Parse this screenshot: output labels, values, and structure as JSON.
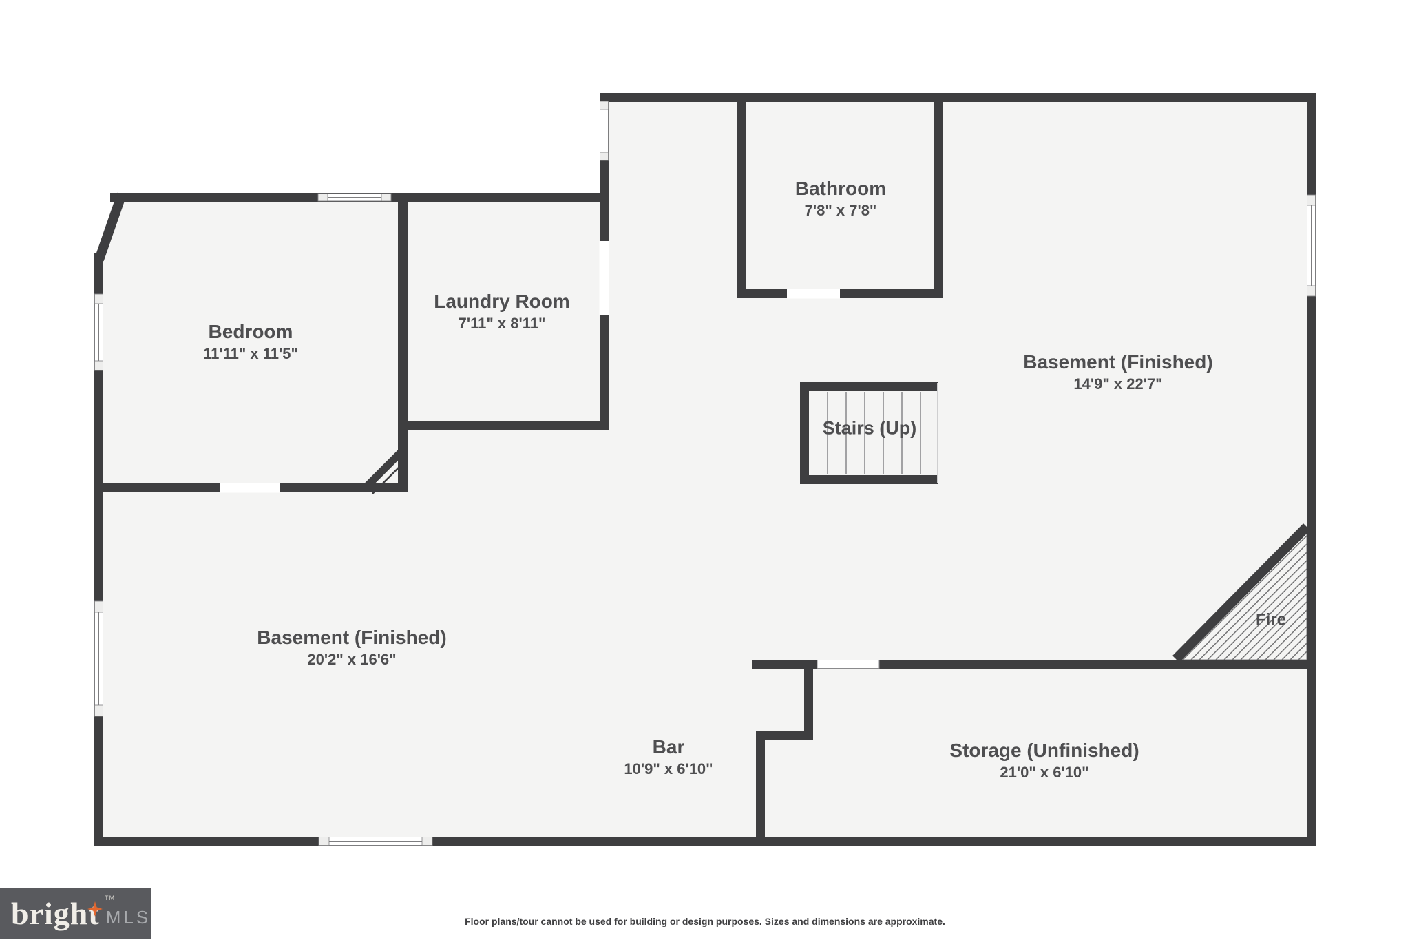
{
  "plan": {
    "rooms": [
      {
        "id": "bedroom",
        "name": "Bedroom",
        "dims": "11'11\" x 11'5\""
      },
      {
        "id": "laundry",
        "name": "Laundry Room",
        "dims": "7'11\" x 8'11\""
      },
      {
        "id": "bathroom",
        "name": "Bathroom",
        "dims": "7'8\" x 7'8\""
      },
      {
        "id": "basement-right",
        "name": "Basement (Finished)",
        "dims": "14'9\" x 22'7\""
      },
      {
        "id": "basement-left",
        "name": "Basement (Finished)",
        "dims": "20'2\" x 16'6\""
      },
      {
        "id": "bar",
        "name": "Bar",
        "dims": "10'9\" x 6'10\""
      },
      {
        "id": "storage",
        "name": "Storage (Unfinished)",
        "dims": "21'0\" x 6'10\""
      }
    ],
    "stairs_label": "Stairs (Up)",
    "fire_label": "Fire"
  },
  "footer": {
    "disclaimer": "Floor plans/tour cannot be used for building or design purposes. Sizes and dimensions are approximate."
  },
  "brand": {
    "name": "bright",
    "tm": "TM",
    "suffix": "MLS"
  },
  "colors": {
    "wall": "#3e3e40",
    "floor": "#f4f4f3",
    "label_text": "#4e4e50",
    "logo_background": "#595a5e",
    "logo_wordmark": "#f1eee8",
    "logo_suffix": "#a7a9ac",
    "star_accent": "#e2672f"
  }
}
